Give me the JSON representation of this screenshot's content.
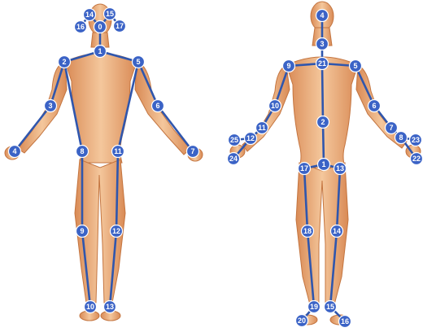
{
  "figures": [
    {
      "name": "left-figure",
      "keypoints": [
        {
          "label": "0"
        },
        {
          "label": "1"
        },
        {
          "label": "2"
        },
        {
          "label": "3"
        },
        {
          "label": "4"
        },
        {
          "label": "5"
        },
        {
          "label": "6"
        },
        {
          "label": "7"
        },
        {
          "label": "8"
        },
        {
          "label": "9"
        },
        {
          "label": "10"
        },
        {
          "label": "11"
        },
        {
          "label": "12"
        },
        {
          "label": "13"
        },
        {
          "label": "14"
        },
        {
          "label": "15"
        },
        {
          "label": "16"
        },
        {
          "label": "17"
        }
      ],
      "edges": [
        [
          "1",
          "2"
        ],
        [
          "2",
          "3"
        ],
        [
          "3",
          "4"
        ],
        [
          "1",
          "5"
        ],
        [
          "5",
          "6"
        ],
        [
          "6",
          "7"
        ],
        [
          "2",
          "8"
        ],
        [
          "8",
          "9"
        ],
        [
          "9",
          "10"
        ],
        [
          "5",
          "11"
        ],
        [
          "11",
          "12"
        ],
        [
          "12",
          "13"
        ],
        [
          "1",
          "0"
        ],
        [
          "0",
          "14"
        ],
        [
          "0",
          "15"
        ],
        [
          "14",
          "16"
        ],
        [
          "15",
          "17"
        ]
      ]
    },
    {
      "name": "right-figure",
      "keypoints": [
        {
          "label": "1"
        },
        {
          "label": "2"
        },
        {
          "label": "3"
        },
        {
          "label": "4"
        },
        {
          "label": "5"
        },
        {
          "label": "6"
        },
        {
          "label": "7"
        },
        {
          "label": "8"
        },
        {
          "label": "9"
        },
        {
          "label": "10"
        },
        {
          "label": "11"
        },
        {
          "label": "12"
        },
        {
          "label": "13"
        },
        {
          "label": "14"
        },
        {
          "label": "15"
        },
        {
          "label": "16"
        },
        {
          "label": "17"
        },
        {
          "label": "18"
        },
        {
          "label": "19"
        },
        {
          "label": "20"
        },
        {
          "label": "21"
        },
        {
          "label": "22"
        },
        {
          "label": "23"
        },
        {
          "label": "24"
        },
        {
          "label": "25"
        }
      ],
      "edges": [
        [
          "4",
          "3"
        ],
        [
          "3",
          "21"
        ],
        [
          "21",
          "2"
        ],
        [
          "2",
          "1"
        ],
        [
          "21",
          "9"
        ],
        [
          "9",
          "10"
        ],
        [
          "10",
          "11"
        ],
        [
          "11",
          "12"
        ],
        [
          "12",
          "24"
        ],
        [
          "12",
          "25"
        ],
        [
          "21",
          "5"
        ],
        [
          "5",
          "6"
        ],
        [
          "6",
          "7"
        ],
        [
          "7",
          "8"
        ],
        [
          "8",
          "22"
        ],
        [
          "8",
          "23"
        ],
        [
          "1",
          "17"
        ],
        [
          "17",
          "18"
        ],
        [
          "18",
          "19"
        ],
        [
          "19",
          "20"
        ],
        [
          "1",
          "13"
        ],
        [
          "13",
          "14"
        ],
        [
          "14",
          "15"
        ],
        [
          "15",
          "16"
        ]
      ]
    }
  ],
  "colors": {
    "skin": "#e8a06c",
    "skin_light": "#f6cfa6",
    "skin_dark": "#c47540",
    "line": "#2f56ad",
    "node_fill": "#3b63c6",
    "node_stroke": "#ffffff",
    "label": "#ffffff"
  }
}
